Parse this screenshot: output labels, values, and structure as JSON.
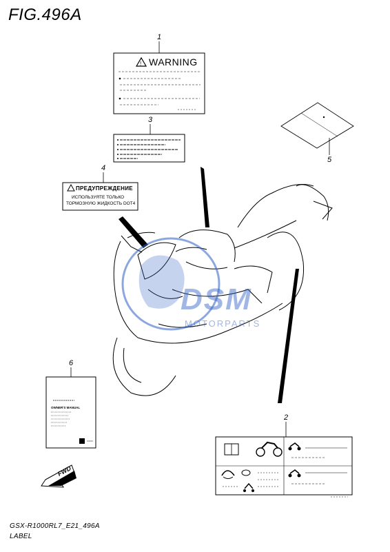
{
  "figure": {
    "title": "FIG.496A",
    "model_code": "GSX-R1000RL7_E21_496A",
    "section": "LABEL"
  },
  "callouts": [
    "1",
    "2",
    "3",
    "4",
    "5",
    "6"
  ],
  "warning_label": {
    "heading": "WARNING"
  },
  "russian_label": {
    "heading": "ПРЕДУПРЕЖДЕНИЕ",
    "line1": "ИСПОЛЬЗУЯТЕ ТОЛЬКО",
    "line2": "ТОРМОЗНУЮ ЖИДКОСТЬ DOT4"
  },
  "owners_manual": {
    "caption": "OWNER'S MANUAL"
  },
  "fwd_arrow": {
    "label": "FWD"
  },
  "watermark": {
    "brand": "DSM",
    "subtitle": "MOTORPARTS"
  },
  "colors": {
    "line": "#000000",
    "watermark": "#2f5fc4",
    "background": "#ffffff"
  },
  "icons": [
    "warning-triangle-icon",
    "motorcycle-icon",
    "helmet-icon",
    "gloves-icon",
    "book-icon",
    "fwd-arrow-icon"
  ]
}
